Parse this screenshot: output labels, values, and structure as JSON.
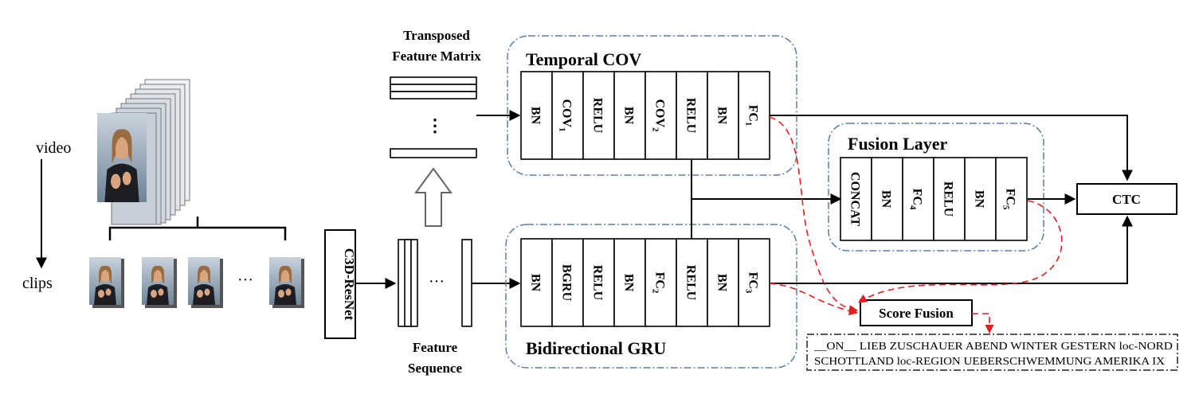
{
  "labels": {
    "video": "video",
    "clips": "clips",
    "ellipsis_clips": "···",
    "c3d": "C3D-ResNet",
    "ellipsis_seq": "···",
    "ellipsis_matrix": "⋮",
    "feature_seq_1": "Feature",
    "feature_seq_2": "Sequence",
    "transposed_1": "Transposed",
    "transposed_2": "Feature Matrix",
    "temporal_title": "Temporal COV",
    "bgru_title": "Bidirectional GRU",
    "fusion_title": "Fusion Layer",
    "ctc": "CTC",
    "score_fusion": "Score Fusion",
    "output_line1": "__ON__ LIEB ZUSCHAUER ABEND WINTER GESTERN loc-NORD",
    "output_line2": "SCHOTTLAND loc-REGION UEBERSCHWEMMUNG AMERIKA IX"
  },
  "temporal_layers": [
    {
      "text": "BN",
      "sub": ""
    },
    {
      "text": "COV",
      "sub": "1"
    },
    {
      "text": "RELU",
      "sub": ""
    },
    {
      "text": "BN",
      "sub": ""
    },
    {
      "text": "COV",
      "sub": "2"
    },
    {
      "text": "RELU",
      "sub": ""
    },
    {
      "text": "BN",
      "sub": ""
    },
    {
      "text": "FC",
      "sub": "1"
    }
  ],
  "bgru_layers": [
    {
      "text": "BN",
      "sub": ""
    },
    {
      "text": "BGRU",
      "sub": ""
    },
    {
      "text": "RELU",
      "sub": ""
    },
    {
      "text": "BN",
      "sub": ""
    },
    {
      "text": "FC",
      "sub": "2"
    },
    {
      "text": "RELU",
      "sub": ""
    },
    {
      "text": "BN",
      "sub": ""
    },
    {
      "text": "FC",
      "sub": "3"
    }
  ],
  "fusion_layers": [
    {
      "text": "CONCAT",
      "sub": ""
    },
    {
      "text": "BN",
      "sub": ""
    },
    {
      "text": "FC",
      "sub": "4"
    },
    {
      "text": "RELU",
      "sub": ""
    },
    {
      "text": "BN",
      "sub": ""
    },
    {
      "text": "FC",
      "sub": "5"
    }
  ],
  "colors": {
    "dashed_group": "#5b7fa6",
    "score_path": "#e02020",
    "clip_background": "#8a9fb3",
    "person_dark": "#1d1d24",
    "skin": "#d9a580",
    "hair": "#9a6b3f"
  },
  "icons": {
    "frames": "video-frame-stack-icon",
    "clip": "signer-clip-icon",
    "up_arrow": "hollow-up-arrow-icon"
  }
}
